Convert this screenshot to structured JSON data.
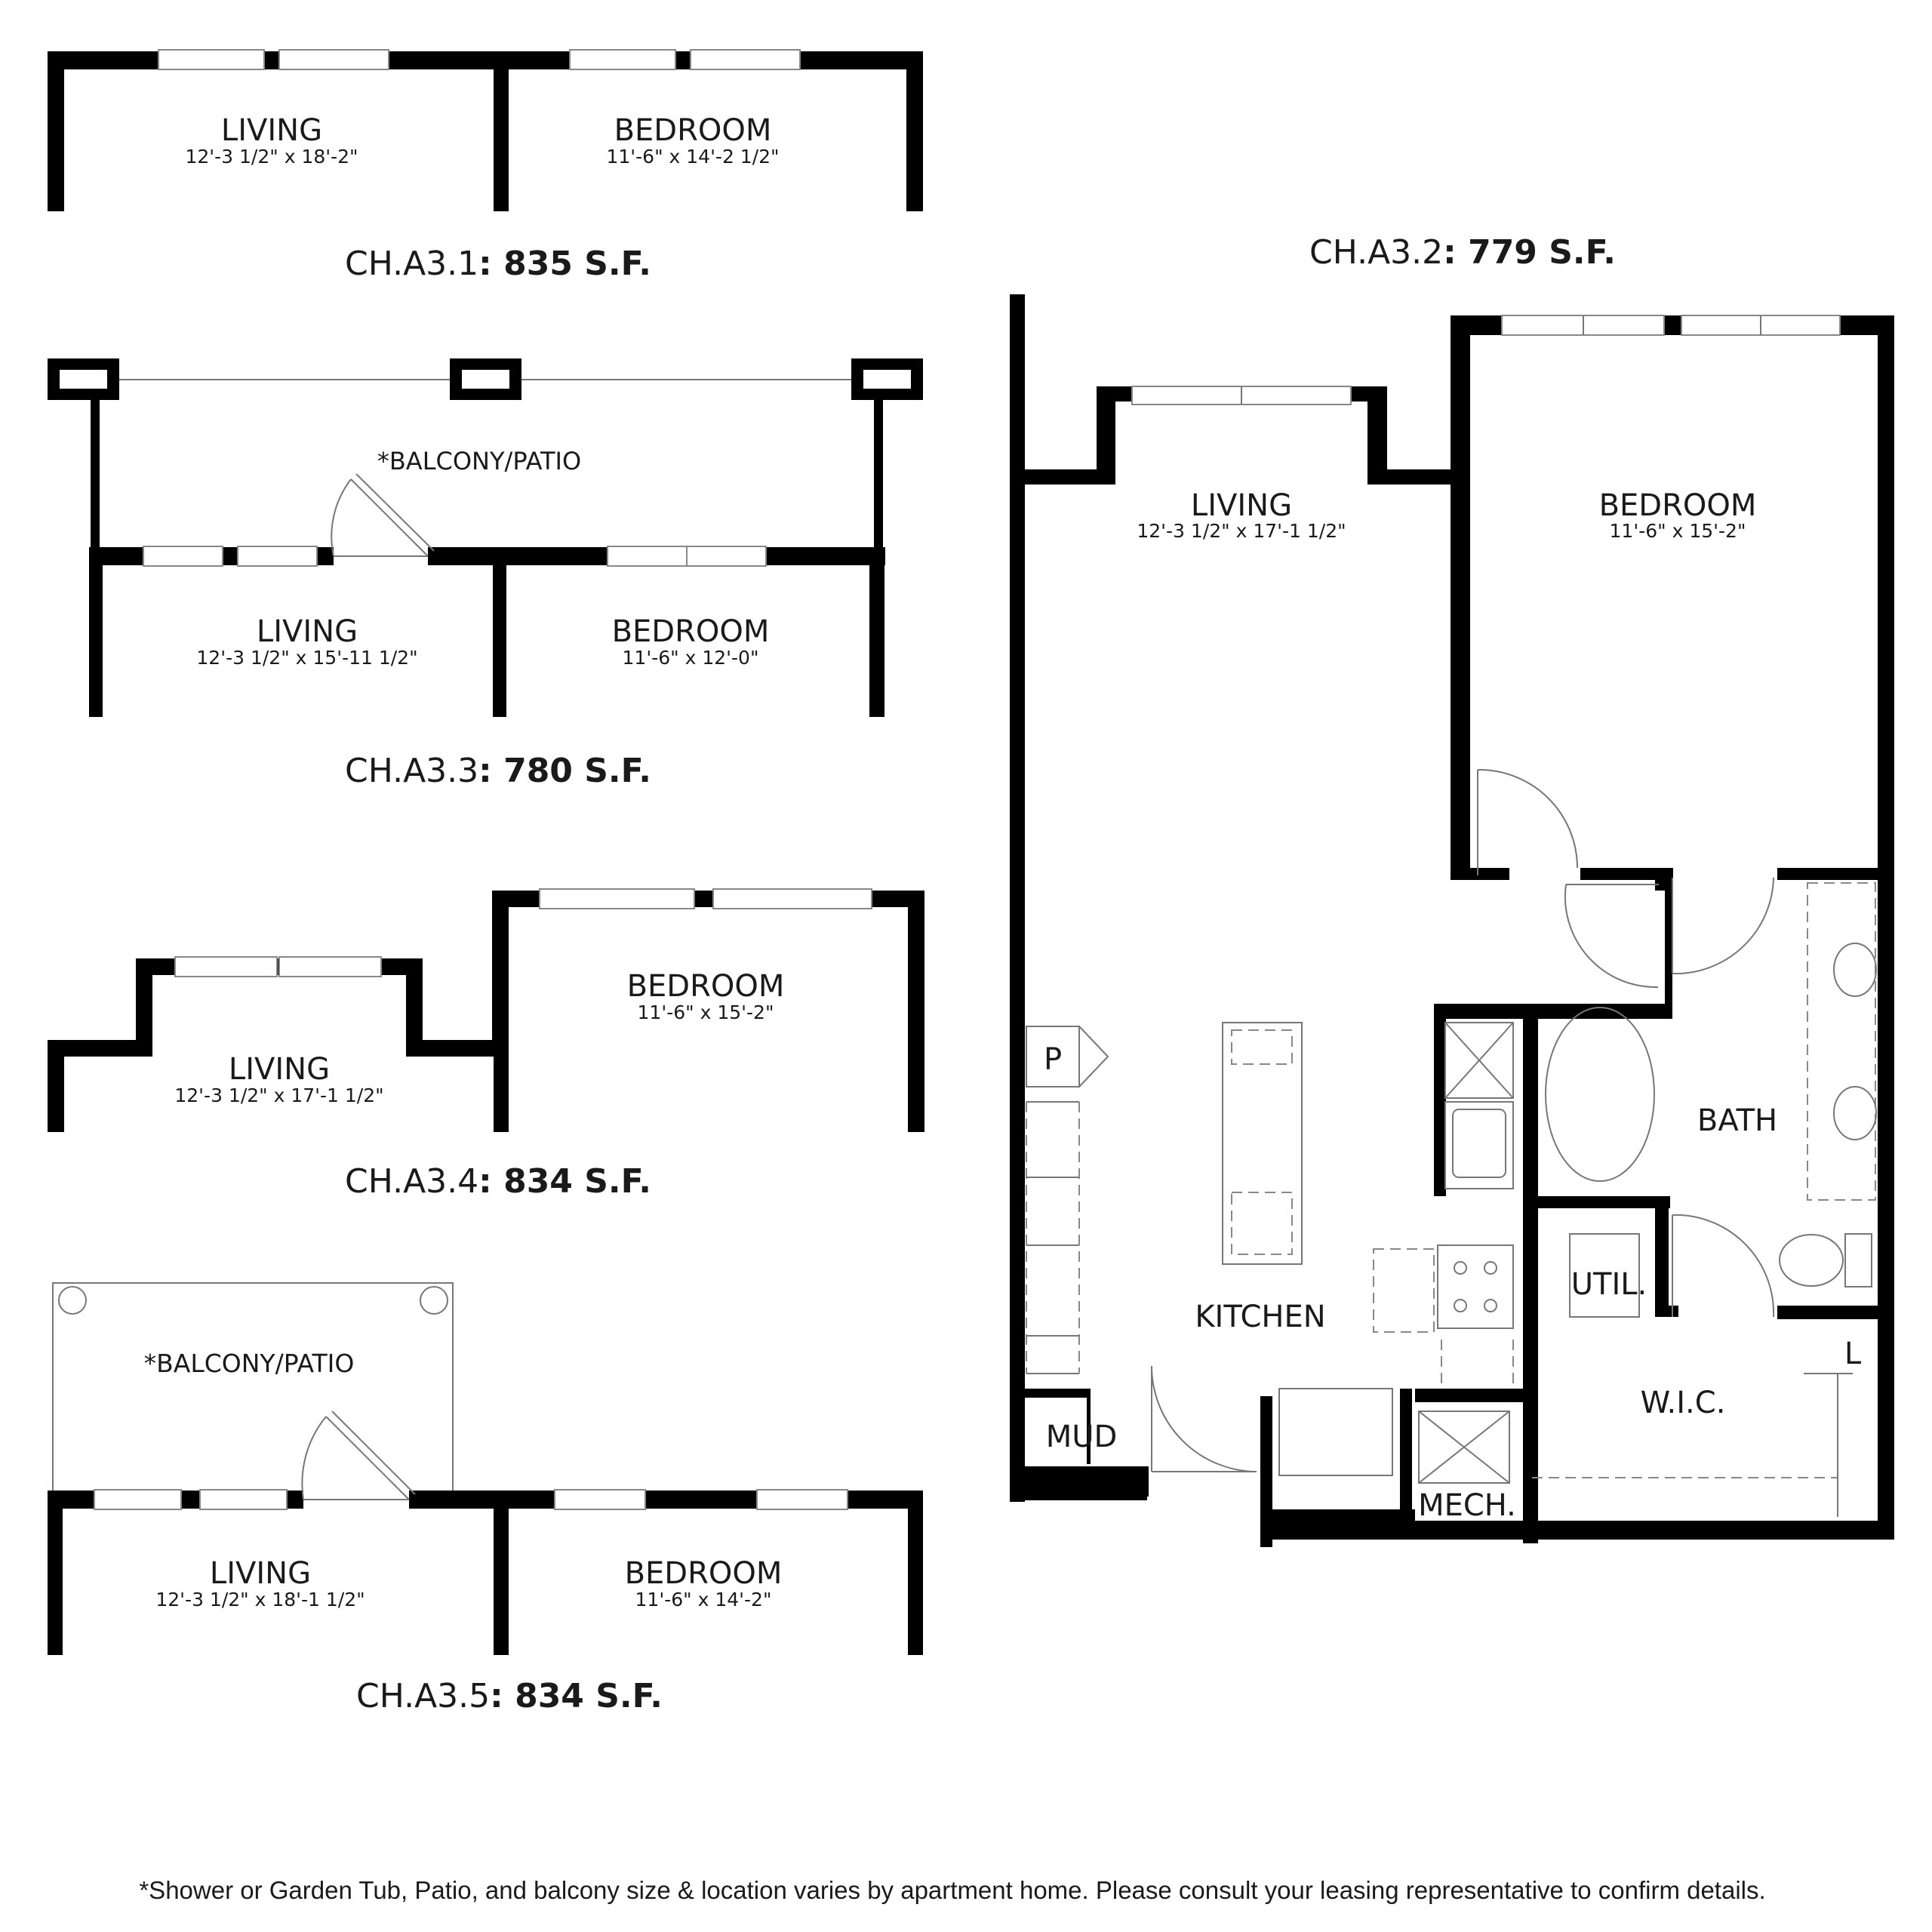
{
  "plans": {
    "a31": {
      "title_code": "CH.A3.1",
      "title_sf": "835 S.F.",
      "living_label": "LIVING",
      "living_dim": "12'-3 1/2\" x 18'-2\"",
      "bedroom_label": "BEDROOM",
      "bedroom_dim": "11'-6\" x 14'-2 1/2\""
    },
    "a33": {
      "title_code": "CH.A3.3",
      "title_sf": "780 S.F.",
      "balcony_label": "*BALCONY/PATIO",
      "living_label": "LIVING",
      "living_dim": "12'-3 1/2\" x 15'-11 1/2\"",
      "bedroom_label": "BEDROOM",
      "bedroom_dim": "11'-6\" x 12'-0\""
    },
    "a34": {
      "title_code": "CH.A3.4",
      "title_sf": "834 S.F.",
      "living_label": "LIVING",
      "living_dim": "12'-3 1/2\" x 17'-1 1/2\"",
      "bedroom_label": "BEDROOM",
      "bedroom_dim": "11'-6\" x 15'-2\""
    },
    "a35": {
      "title_code": "CH.A3.5",
      "title_sf": "834 S.F.",
      "balcony_label": "*BALCONY/PATIO",
      "living_label": "LIVING",
      "living_dim": "12'-3 1/2\" x 18'-1 1/2\"",
      "bedroom_label": "BEDROOM",
      "bedroom_dim": "11'-6\" x 14'-2\""
    },
    "a32": {
      "title_code": "CH.A3.2",
      "title_sf": "779 S.F.",
      "living_label": "LIVING",
      "living_dim": "12'-3 1/2\" x 17'-1 1/2\"",
      "bedroom_label": "BEDROOM",
      "bedroom_dim": "11'-6\" x 15'-2\"",
      "kitchen_label": "KITCHEN",
      "bath_label": "BATH",
      "util_label": "UTIL.",
      "wic_label": "W.I.C.",
      "mech_label": "MECH.",
      "mud_label": "MUD",
      "pantry_label": "P",
      "linen_label": "L"
    }
  },
  "footnote": "*Shower or Garden Tub, Patio, and balcony size & location varies by apartment home. Please consult your leasing representative to confirm details."
}
